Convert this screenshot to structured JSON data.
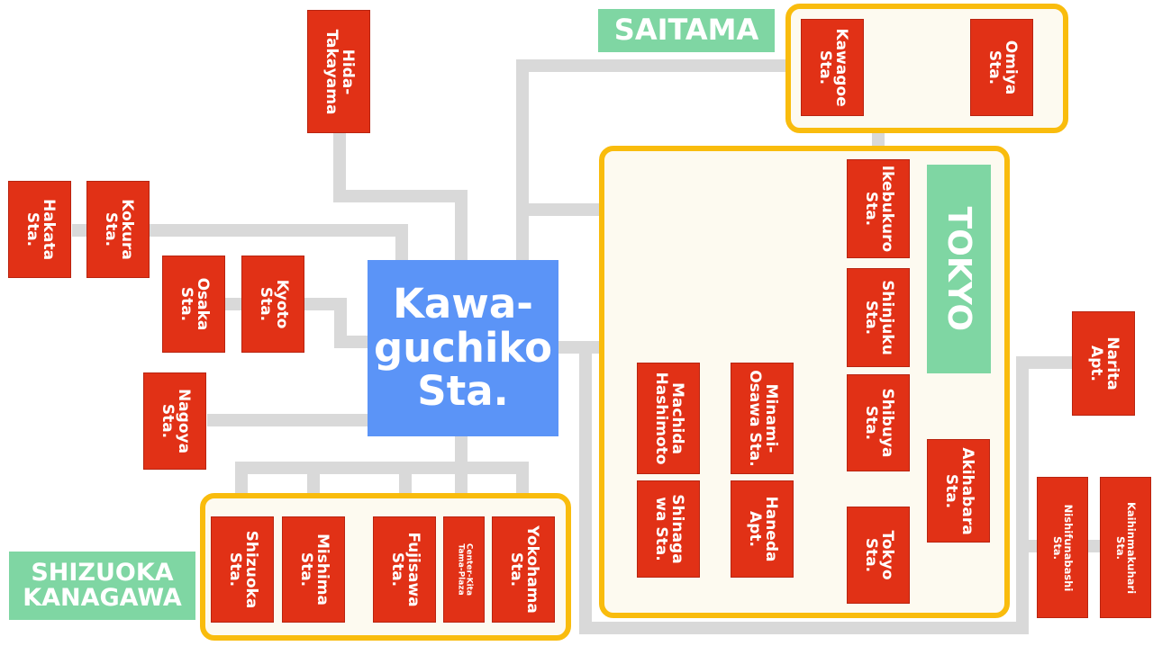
{
  "hub": {
    "label": "Kawa-\nguchiko\nSta."
  },
  "regions": {
    "saitama": "SAITAMA",
    "tokyo": "TOKYO",
    "shizuoka": "SHIZUOKA\nKANAGAWA"
  },
  "stations": {
    "hida": "Hida-\nTakayama",
    "hakata": "Hakata\nSta.",
    "kokura": "Kokura\nSta.",
    "osaka": "Osaka\nSta.",
    "kyoto": "Kyoto\nSta.",
    "nagoya": "Nagoya\nSta.",
    "kawagoe": "Kawagoe\nSta.",
    "omiya": "Omiya\nSta.",
    "ikebukuro": "Ikebukuro\nSta.",
    "shinjuku": "Shinjuku\nSta.",
    "shibuya": "Shibuya\nSta.",
    "akihabara": "Akihabara\nSta.",
    "tokyo": "Tokyo\nSta.",
    "machida": "Machida\nHashimoto",
    "minami": "Minami-\nOsawa Sta.",
    "shinagawa": "Shinaga\nwa Sta.",
    "haneda": "Haneda\nApt.",
    "narita": "Narita\nApt.",
    "nishifunabashi": "Nishifunabashi\nSta.",
    "kaihinmakuhari": "Kaihinmakuhari\nSta.",
    "shizuoka": "Shizuoka\nSta.",
    "mishima": "Mishima\nSta.",
    "fujisawa": "Fujisawa\nSta.",
    "centerkita": "Center-Kita\nTama-Plaza",
    "yokohama": "Yokohama\nSta."
  },
  "colors": {
    "station": "#e13116",
    "hub": "#5b94f7",
    "region_border": "#f9bc0d",
    "region_label": "#7fd6a3",
    "line": "#d9d9d9"
  }
}
